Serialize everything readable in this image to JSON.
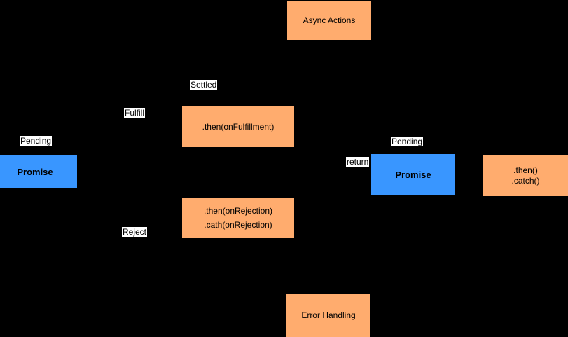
{
  "canvas": {
    "background": "#000000"
  },
  "colors": {
    "node_orange": "#FFAC6E",
    "node_blue": "#3996FF",
    "label_background": "#FFFFFF",
    "text": "#000000"
  },
  "nodes": {
    "async_actions": {
      "label": "Async Actions"
    },
    "promise_left": {
      "label": "Promise"
    },
    "then_fulfillment": {
      "label": ".then(onFulfillment)"
    },
    "then_rejection": {
      "line1": ".then(onRejection)",
      "line2": ".cath(onRejection)"
    },
    "promise_right": {
      "label": "Promise"
    },
    "then_catch": {
      "line1": ".then()",
      "line2": ".catch()"
    },
    "error_handling": {
      "label": "Error Handling"
    }
  },
  "labels": {
    "pending_left": "Pending",
    "fulfill": "Fulfill",
    "settled": "Settled",
    "reject": "Reject",
    "pending_right": "Pending",
    "return": "return"
  }
}
